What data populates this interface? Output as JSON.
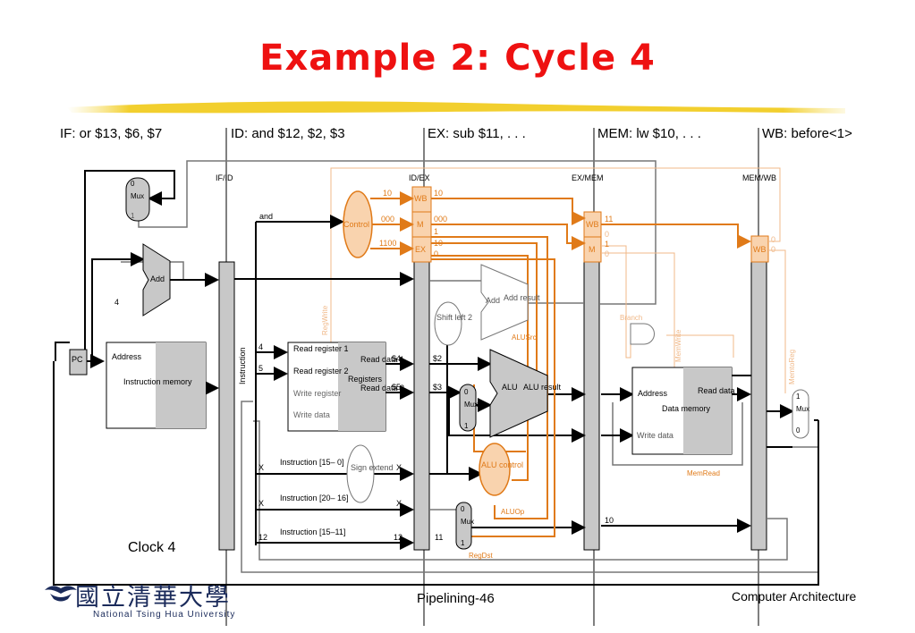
{
  "title": "Example 2: Cycle 4",
  "stages": {
    "if": "IF: or $13, $6, $7",
    "id": "ID: and $12, $2, $3",
    "ex": "EX: sub $11, . . .",
    "mem": "MEM: lw $10, . . .",
    "wb": "WB: before<1>"
  },
  "pipeline_regs": {
    "ifid": "IF/ID",
    "idex": "ID/EX",
    "exmem": "EX/MEM",
    "memwb": "MEM/WB"
  },
  "blocks": {
    "pc": "PC",
    "add": "Add",
    "add2": "Add",
    "add_result": "Add result",
    "shift": "Shift left 2",
    "alu": "ALU",
    "alu_result": "ALU result",
    "alu_control": "ALU control",
    "control": "Control",
    "sign_extend": "Sign extend",
    "registers": "Registers",
    "instr_mem_address": "Address",
    "instr_mem": "Instruction memory",
    "data_mem_address": "Address",
    "data_mem": "Data memory",
    "write_data": "Write data",
    "read_data": "Read data",
    "wb": "WB",
    "m": "M",
    "ex": "EX"
  },
  "reg_ports": {
    "read_reg1": "Read register 1",
    "read_reg2": "Read register 2",
    "write_reg": "Write register",
    "write_data": "Write data",
    "read_data1": "Read data 1",
    "read_data2": "Read data 2"
  },
  "mux": {
    "mux0": "0",
    "mux1": "1",
    "label": "Mux"
  },
  "signals": {
    "regwrite": "RegWrite",
    "branch": "Branch",
    "memwrite": "MemWrite",
    "memtoreg": "MemtoReg",
    "alusrc": "ALUSrc",
    "aluop": "ALUOp",
    "regdst": "RegDst",
    "memread": "MemRead",
    "instruction": "Instruction"
  },
  "values": {
    "and": "and",
    "four": "4",
    "ctl_wb": "10",
    "ctl_m": "000",
    "ctl_ex": "1100",
    "idex_wb": "10",
    "idex_m": "000",
    "idex_m2": "1",
    "idex_ex": "10",
    "idex_ex2": "0",
    "exmem_wb": "11",
    "exmem_m0": "0",
    "exmem_m1": "1",
    "exmem_m2": "0",
    "memwb_wb0": "0",
    "memwb_wb1": "0",
    "rs": "4",
    "rt": "5",
    "d1": "$4",
    "d2": "$5",
    "ex_d1": "$2",
    "ex_d2": "$3",
    "x1": "X",
    "x2": "X",
    "x3": "X",
    "x4": "X",
    "twelve": "12",
    "twelve2": "12",
    "eleven": "11",
    "ten": "10",
    "f15": "Instruction [15– 0]",
    "f20": "Instruction [20– 16]",
    "f11": "Instruction [15–11]"
  },
  "footer": {
    "clock": "Clock 4",
    "page": "Pipelining-46",
    "course": "Computer Architecture",
    "univ_cn": "國立清華大學",
    "univ_en": "National Tsing Hua University"
  },
  "colors": {
    "title": "#ee1111",
    "orange": "#e07a18",
    "orange_fill": "#f9d3ae",
    "gray": "#c8c8c8"
  }
}
